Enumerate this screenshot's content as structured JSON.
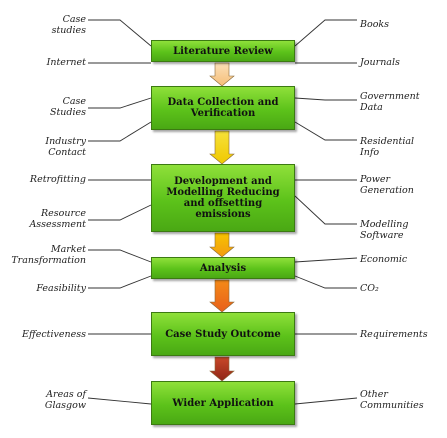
{
  "colors": {
    "box_fill": "#5cc21a",
    "box_border": "#3c7a12",
    "arrow_1": "#f7c98a",
    "arrow_2": "#f2d400",
    "arrow_3": "#f4b400",
    "arrow_4": "#ef7a14",
    "arrow_5": "#b5331e"
  },
  "stages": [
    {
      "label": "Literature Review",
      "left_labels": [
        "Case\nstudies",
        "Internet"
      ],
      "right_labels": [
        "Books",
        "Journals"
      ]
    },
    {
      "label": "Data Collection and\nVerification",
      "left_labels": [
        "Case\nStudies",
        "Industry\nContact"
      ],
      "right_labels": [
        "Government\nData",
        "Residential\nInfo"
      ]
    },
    {
      "label": "Development and\nModelling\nReducing and offsetting\nemissions",
      "left_labels": [
        "Retrofitting",
        "Resource\nAssessment"
      ],
      "right_labels": [
        "Power\nGeneration",
        "Modelling\nSoftware"
      ]
    },
    {
      "label": "Analysis",
      "left_labels": [
        "Market\nTransformation",
        "Feasibility"
      ],
      "right_labels": [
        "Economic",
        "CO₂"
      ]
    },
    {
      "label": "Case Study Outcome",
      "left_labels": [
        "Effectiveness"
      ],
      "right_labels": [
        "Requirements"
      ]
    },
    {
      "label": "Wider Application",
      "left_labels": [
        "Areas of\nGlasgow"
      ],
      "right_labels": [
        "Other\nCommunities"
      ]
    }
  ]
}
